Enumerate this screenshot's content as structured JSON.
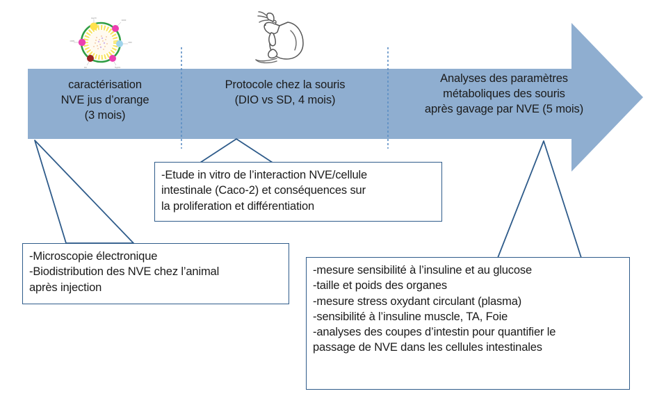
{
  "diagram": {
    "type": "timeline-arrow-flowchart",
    "colors": {
      "arrow_fill": "#8faed0",
      "callout_border": "#2e5b8a",
      "divider": "#5b8ec4",
      "text": "#1a1a1a",
      "background": "#ffffff"
    },
    "banner": {
      "shape": "right-arrow",
      "phases": [
        {
          "id": "phase-1",
          "label": "caractérisation\nNVE jus d’orange\n(3 mois)",
          "duration": "3 mois"
        },
        {
          "id": "phase-2",
          "label": "Protocole chez la souris\n(DIO vs SD, 4 mois)",
          "duration": "4 mois"
        },
        {
          "id": "phase-3",
          "label": "Analyses des paramètres\nmétaboliques des souris\naprès gavage par NVE (5 mois)",
          "duration": "5 mois"
        }
      ],
      "dividers": 2
    },
    "callouts": [
      {
        "id": "callout-micro",
        "text": "-Microscopie électronique\n-Biodistribution des NVE chez l’animal\naprès injection",
        "points_to": "phase-1"
      },
      {
        "id": "callout-invitro",
        "text": "-Etude in vitro de l’interaction NVE/cellule\nintestinale (Caco-2) et conséquences sur\nla proliferation et différentiation",
        "points_to": "phase-2"
      },
      {
        "id": "callout-metab",
        "text": "-mesure sensibilité à l’insuline et au glucose\n-taille et poids des organes\n-mesure stress oxydant circulant (plasma)\n-sensibilité à l’insuline muscle, TA, Foie\n-analyses des coupes d’intestin pour quantifier le\npassage de NVE dans les cellules intestinales",
        "points_to": "phase-3"
      }
    ],
    "illustrations": [
      {
        "id": "vesicle-illustration",
        "name": "nanovesicle-diagram",
        "above": "phase-1"
      },
      {
        "id": "mouse-illustration",
        "name": "mouse-drawing",
        "above": "phase-2"
      }
    ]
  }
}
